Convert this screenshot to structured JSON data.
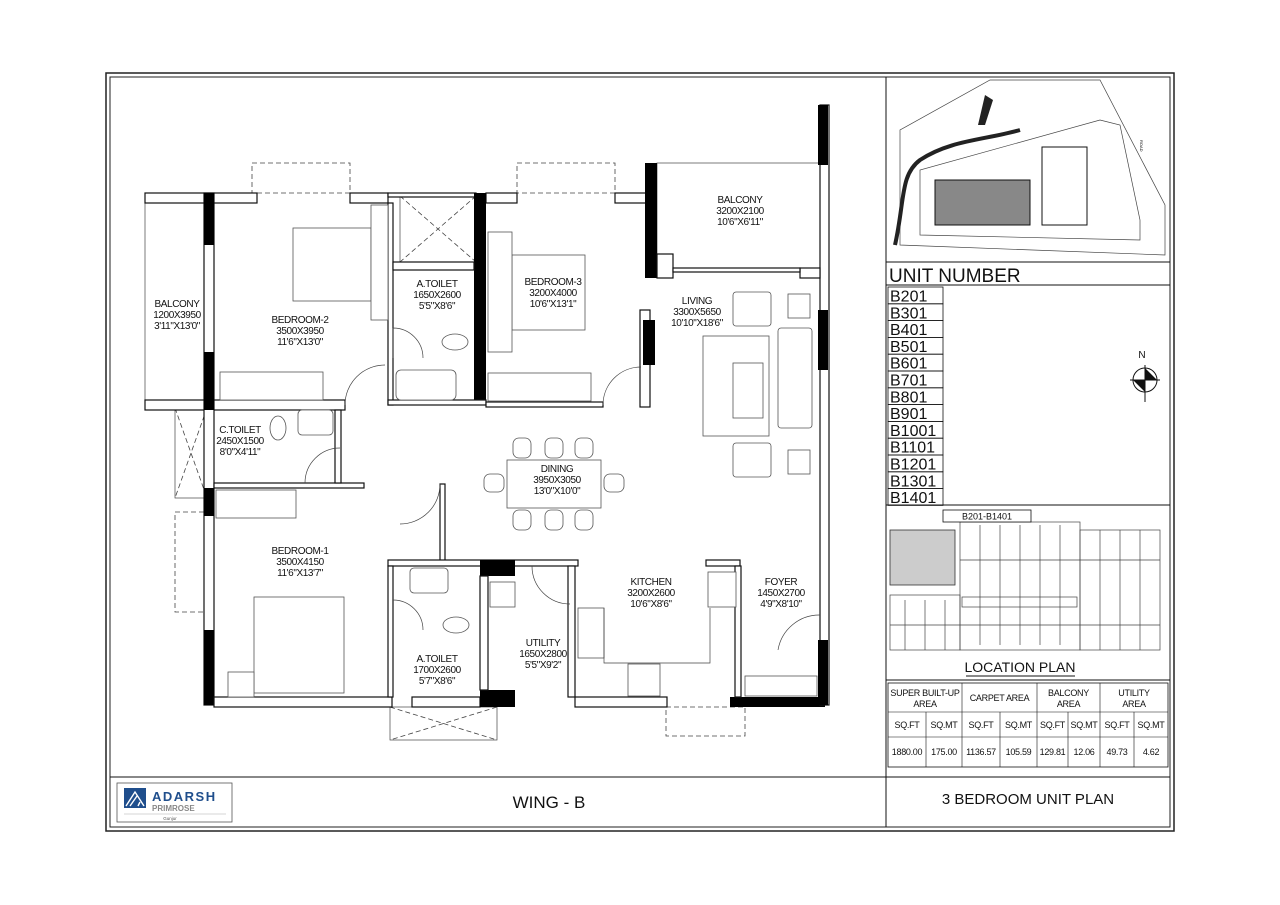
{
  "title": "WING - B",
  "plan_type": "3 BEDROOM UNIT PLAN",
  "logo": {
    "brand": "ADARSH",
    "project": "PRIMROSE",
    "location": "Gunjur",
    "color": "#1f4e8c"
  },
  "rooms": [
    {
      "name": "BALCONY",
      "metric": "1200X3950",
      "imperial": "3'11\"X13'0\""
    },
    {
      "name": "BEDROOM-2",
      "metric": "3500X3950",
      "imperial": "11'6\"X13'0\""
    },
    {
      "name": "A.TOILET",
      "metric": "1650X2600",
      "imperial": "5'5\"X8'6\""
    },
    {
      "name": "BEDROOM-3",
      "metric": "3200X4000",
      "imperial": "10'6\"X13'1\""
    },
    {
      "name": "BALCONY",
      "metric": "3200X2100",
      "imperial": "10'6\"X6'11\""
    },
    {
      "name": "LIVING",
      "metric": "3300X5650",
      "imperial": "10'10\"X18'6\""
    },
    {
      "name": "C.TOILET",
      "metric": "2450X1500",
      "imperial": "8'0\"X4'11\""
    },
    {
      "name": "DINING",
      "metric": "3950X3050",
      "imperial": "13'0\"X10'0\""
    },
    {
      "name": "BEDROOM-1",
      "metric": "3500X4150",
      "imperial": "11'6\"X13'7\""
    },
    {
      "name": "A.TOILET",
      "metric": "1700X2600",
      "imperial": "5'7\"X8'6\""
    },
    {
      "name": "UTILITY",
      "metric": "1650X2800",
      "imperial": "5'5\"X9'2\""
    },
    {
      "name": "KITCHEN",
      "metric": "3200X2600",
      "imperial": "10'6\"X8'6\""
    },
    {
      "name": "FOYER",
      "metric": "1450X2700",
      "imperial": "4'9\"X8'10\""
    }
  ],
  "key_plan": {
    "road_label": "ROAD",
    "compass": "N"
  },
  "unit_number": {
    "heading": "UNIT NUMBER",
    "units": [
      "B201",
      "B301",
      "B401",
      "B501",
      "B601",
      "B701",
      "B801",
      "B901",
      "B1001",
      "B1101",
      "B1201",
      "B1301",
      "B1401"
    ]
  },
  "location_plan": {
    "label": "LOCATION PLAN",
    "tag": "B201-B1401"
  },
  "area_table": {
    "groups": [
      "SUPER BUILT-UP AREA",
      "CARPET AREA",
      "BALCONY AREA",
      "UTILITY AREA"
    ],
    "units": [
      "SQ.FT",
      "SQ.MT",
      "SQ.FT",
      "SQ.MT",
      "SQ.FT",
      "SQ.MT",
      "SQ.FT",
      "SQ.MT"
    ],
    "values": [
      "1880.00",
      "175.00",
      "1136.57",
      "105.59",
      "129.81",
      "12.06",
      "49.73",
      "4.62"
    ]
  }
}
